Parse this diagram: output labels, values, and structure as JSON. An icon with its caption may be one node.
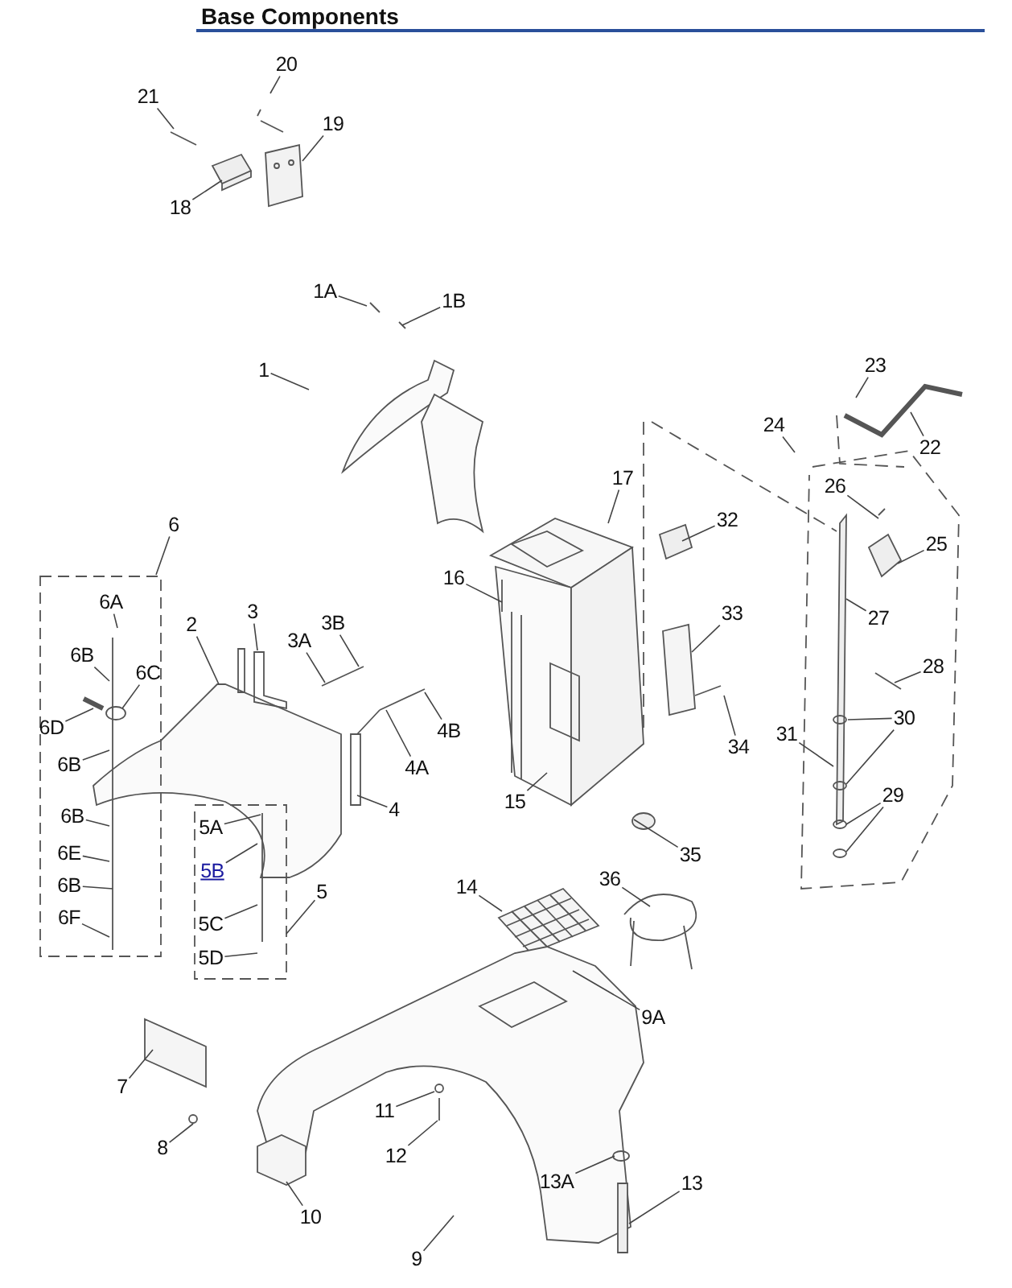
{
  "diagram": {
    "title": "Base Components",
    "nodes": [
      {
        "text": [
          "20"
        ]
      },
      {
        "text": [
          "21"
        ]
      },
      {
        "text": [
          "19"
        ]
      },
      {
        "text": [
          "18"
        ]
      },
      {
        "text": [
          "1A"
        ]
      },
      {
        "text": [
          "1B"
        ]
      },
      {
        "text": [
          "1"
        ]
      },
      {
        "text": [
          "23"
        ]
      },
      {
        "text": [
          "24"
        ]
      },
      {
        "text": [
          "22"
        ]
      },
      {
        "text": [
          "17"
        ]
      },
      {
        "text": [
          "26"
        ]
      },
      {
        "text": [
          "32"
        ]
      },
      {
        "text": [
          "6"
        ]
      },
      {
        "text": [
          "25"
        ]
      },
      {
        "text": [
          "16"
        ]
      },
      {
        "text": [
          "6A"
        ]
      },
      {
        "text": [
          "3"
        ]
      },
      {
        "text": [
          "3B"
        ]
      },
      {
        "text": [
          "2"
        ]
      },
      {
        "text": [
          "33"
        ]
      },
      {
        "text": [
          "3A"
        ]
      },
      {
        "text": [
          "27"
        ]
      },
      {
        "text": [
          "28"
        ]
      },
      {
        "text": [
          "6B"
        ]
      },
      {
        "text": [
          "6C"
        ]
      },
      {
        "text": [
          "30"
        ]
      },
      {
        "text": [
          "31"
        ]
      },
      {
        "text": [
          "6D"
        ]
      },
      {
        "text": [
          "4B"
        ]
      },
      {
        "text": [
          "34"
        ]
      },
      {
        "text": [
          "6B"
        ]
      },
      {
        "text": [
          "4A"
        ]
      },
      {
        "text": [
          "15"
        ]
      },
      {
        "text": [
          "29"
        ]
      },
      {
        "text": [
          "4"
        ]
      },
      {
        "text": [
          "6B"
        ]
      },
      {
        "text": [
          "5A"
        ]
      },
      {
        "text": [
          "35"
        ]
      },
      {
        "text": [
          "6E"
        ]
      },
      {
        "text": [
          "5B"
        ]
      },
      {
        "text": [
          "36"
        ]
      },
      {
        "text": [
          "6B"
        ]
      },
      {
        "text": [
          "14"
        ]
      },
      {
        "text": [
          "5"
        ]
      },
      {
        "text": [
          "6F"
        ]
      },
      {
        "text": [
          "5C"
        ]
      },
      {
        "text": [
          "5D"
        ]
      },
      {
        "text": [
          "9A"
        ]
      },
      {
        "text": [
          "7"
        ]
      },
      {
        "text": [
          "11"
        ]
      },
      {
        "text": [
          "8"
        ]
      },
      {
        "text": [
          "12"
        ]
      },
      {
        "text": [
          "13A"
        ]
      },
      {
        "text": [
          "13"
        ]
      },
      {
        "text": [
          "10"
        ]
      },
      {
        "text": [
          "9"
        ]
      }
    ],
    "edges": [
      {
        "from": 0,
        "to": null,
        "arrow": "none"
      },
      {
        "from": 1,
        "to": null,
        "arrow": "none"
      },
      {
        "from": 2,
        "to": null,
        "arrow": "none"
      },
      {
        "from": 3,
        "to": null,
        "arrow": "none"
      },
      {
        "from": 4,
        "to": null,
        "arrow": "none"
      },
      {
        "from": 5,
        "to": null,
        "arrow": "none"
      },
      {
        "from": 6,
        "to": null,
        "arrow": "none"
      },
      {
        "from": 7,
        "to": null,
        "arrow": "none"
      },
      {
        "from": 8,
        "to": null,
        "arrow": "none"
      },
      {
        "from": 9,
        "to": null,
        "arrow": "none"
      },
      {
        "from": 10,
        "to": null,
        "arrow": "none"
      },
      {
        "from": 11,
        "to": null,
        "arrow": "none"
      },
      {
        "from": 12,
        "to": null,
        "arrow": "none"
      },
      {
        "from": 13,
        "to": null,
        "arrow": "none"
      },
      {
        "from": 14,
        "to": null,
        "arrow": "none"
      },
      {
        "from": 15,
        "to": null,
        "arrow": "none"
      },
      {
        "from": 16,
        "to": null,
        "arrow": "none"
      },
      {
        "from": 17,
        "to": null,
        "arrow": "none"
      },
      {
        "from": 18,
        "to": null,
        "arrow": "none"
      },
      {
        "from": 19,
        "to": null,
        "arrow": "none"
      },
      {
        "from": 20,
        "to": null,
        "arrow": "none"
      },
      {
        "from": 21,
        "to": null,
        "arrow": "none"
      },
      {
        "from": 22,
        "to": null,
        "arrow": "none"
      },
      {
        "from": 23,
        "to": null,
        "arrow": "none"
      },
      {
        "from": 24,
        "to": null,
        "arrow": "none"
      },
      {
        "from": 25,
        "to": null,
        "arrow": "none"
      },
      {
        "from": 26,
        "to": null,
        "arrow": "none"
      },
      {
        "from": 26,
        "to": null,
        "arrow": "none"
      },
      {
        "from": 27,
        "to": null,
        "arrow": "none"
      },
      {
        "from": 28,
        "to": null,
        "arrow": "none"
      },
      {
        "from": 29,
        "to": null,
        "arrow": "none"
      },
      {
        "from": 30,
        "to": null,
        "arrow": "none"
      },
      {
        "from": 31,
        "to": null,
        "arrow": "none"
      },
      {
        "from": 32,
        "to": null,
        "arrow": "none"
      },
      {
        "from": 33,
        "to": null,
        "arrow": "none"
      },
      {
        "from": 34,
        "to": null,
        "arrow": "none"
      },
      {
        "from": 34,
        "to": null,
        "arrow": "none"
      },
      {
        "from": 35,
        "to": null,
        "arrow": "none"
      },
      {
        "from": 36,
        "to": null,
        "arrow": "none"
      },
      {
        "from": 37,
        "to": null,
        "arrow": "none"
      },
      {
        "from": 38,
        "to": null,
        "arrow": "none"
      },
      {
        "from": 39,
        "to": null,
        "arrow": "none"
      },
      {
        "from": 40,
        "to": null,
        "arrow": "none"
      },
      {
        "from": 41,
        "to": null,
        "arrow": "none"
      },
      {
        "from": 42,
        "to": null,
        "arrow": "none"
      },
      {
        "from": 43,
        "to": null,
        "arrow": "none"
      },
      {
        "from": 44,
        "to": null,
        "arrow": "none"
      },
      {
        "from": 45,
        "to": null,
        "arrow": "none"
      },
      {
        "from": 46,
        "to": null,
        "arrow": "none"
      },
      {
        "from": 47,
        "to": null,
        "arrow": "none"
      },
      {
        "from": 48,
        "to": null,
        "arrow": "none"
      },
      {
        "from": 49,
        "to": null,
        "arrow": "none"
      },
      {
        "from": 50,
        "to": null,
        "arrow": "none"
      },
      {
        "from": 51,
        "to": null,
        "arrow": "none"
      },
      {
        "from": 52,
        "to": null,
        "arrow": "none"
      },
      {
        "from": 53,
        "to": null,
        "arrow": "none"
      },
      {
        "from": 54,
        "to": null,
        "arrow": "none"
      },
      {
        "from": 55,
        "to": null,
        "arrow": "none"
      },
      {
        "from": 56,
        "to": null,
        "arrow": "none"
      }
    ]
  }
}
